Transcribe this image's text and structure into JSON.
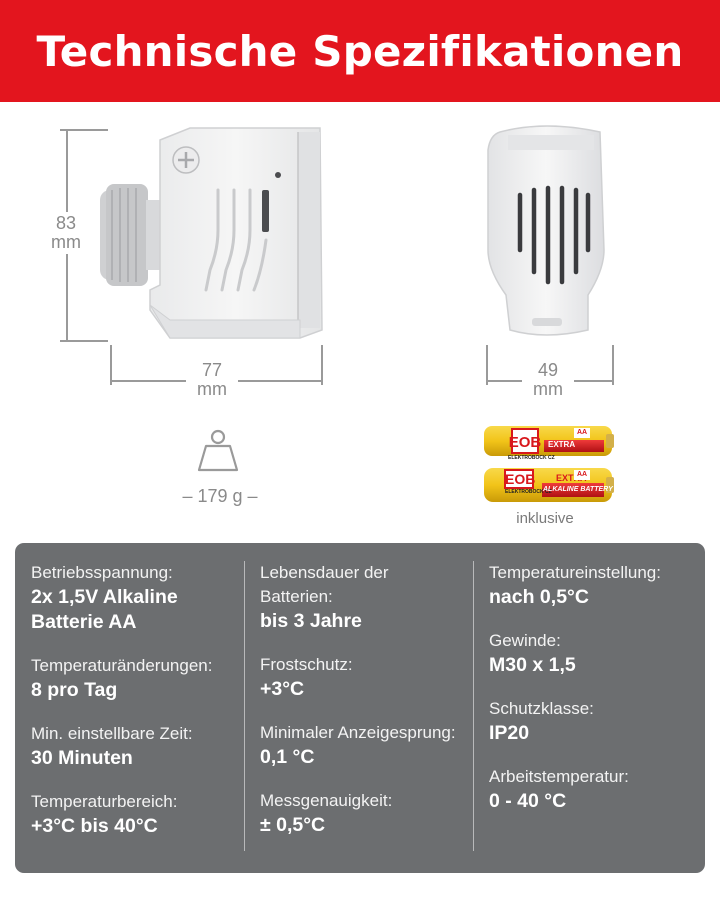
{
  "header": {
    "title": "Technische Spezifikationen"
  },
  "dimensions": {
    "height": {
      "value": "83",
      "unit": "mm"
    },
    "width": {
      "value": "77",
      "unit": "mm"
    },
    "depth": {
      "value": "49",
      "unit": "mm"
    }
  },
  "weight": {
    "text": "– 179 g –"
  },
  "batteries": {
    "brand": "EOB",
    "maker": "ELEKTROBOCK CZ",
    "type_line1": "EXTRA",
    "type_line2": "ALKALINE BATTERY",
    "badge": "AA",
    "caption": "inklusive"
  },
  "colors": {
    "banner": "#e3151e",
    "panel": "#6c6e70",
    "battery_yellow": "#f2c419",
    "battery_red": "#d8181c"
  },
  "specs": {
    "col1": [
      {
        "label": "Betriebsspannung:",
        "value": "2x 1,5V Alkaline Batterie AA"
      },
      {
        "label": "Temperaturänderungen:",
        "value": "8 pro Tag"
      },
      {
        "label": "Min. einstellbare Zeit:",
        "value": "30 Minuten"
      },
      {
        "label": "Temperaturbereich:",
        "value": "+3°C bis 40°C"
      }
    ],
    "col2": [
      {
        "label": "Lebensdauer der Batterien:",
        "value": "bis 3 Jahre"
      },
      {
        "label": "Frostschutz:",
        "value": "+3°C"
      },
      {
        "label": "Minimaler Anzeigesprung:",
        "value": "0,1 °C"
      },
      {
        "label": "Messgenauigkeit:",
        "value": "± 0,5°C"
      }
    ],
    "col3": [
      {
        "label": "Temperatureinstellung:",
        "value": "nach 0,5°C"
      },
      {
        "label": "Gewinde:",
        "value": "M30 x 1,5"
      },
      {
        "label": "Schutzklasse:",
        "value": "IP20"
      },
      {
        "label": "Arbeitstemperatur:",
        "value": "0 - 40 °C"
      }
    ]
  }
}
